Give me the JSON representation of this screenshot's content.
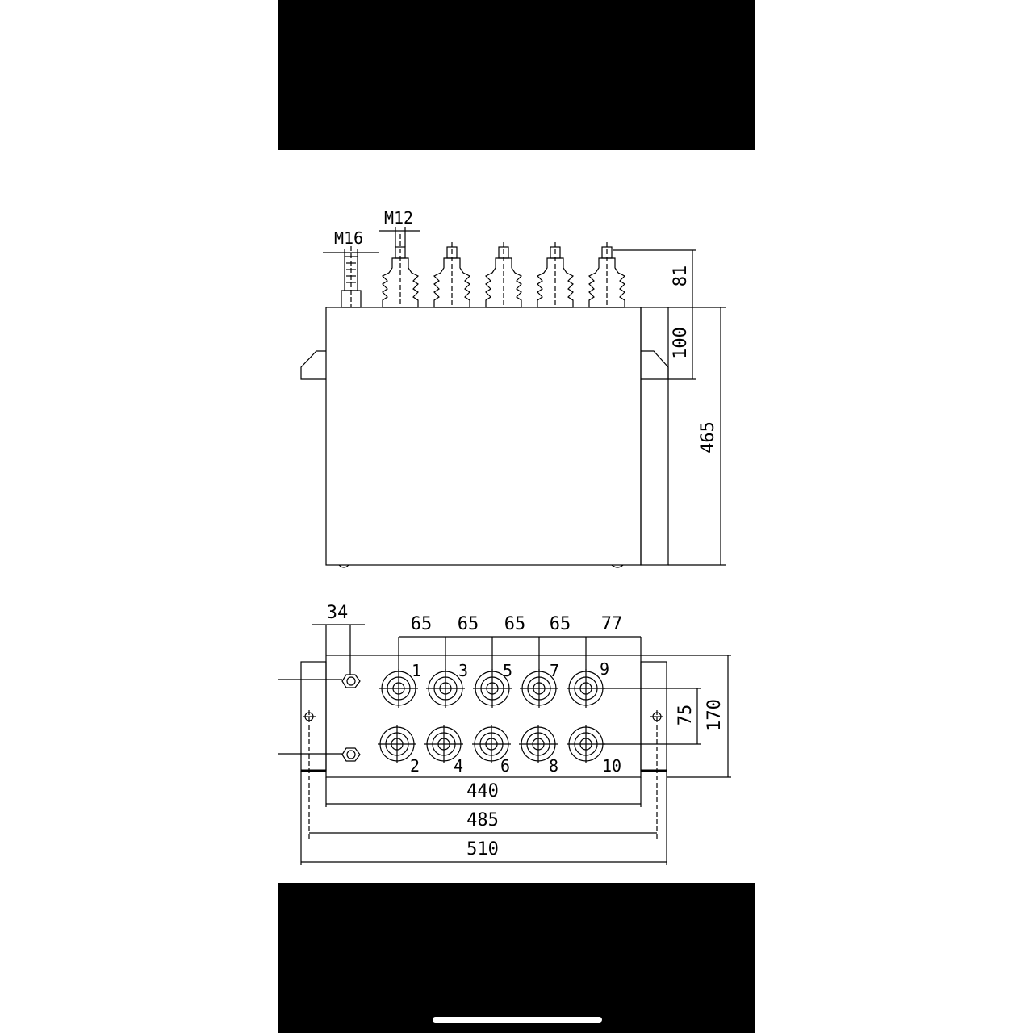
{
  "colors": {
    "background": "#000000",
    "paper": "#ffffff",
    "ink": "#000000"
  },
  "drawing": {
    "side_view": {
      "thread_small": "M16",
      "thread_large": "M12",
      "dim_terminal_height": "81",
      "dim_bracket_height": "100",
      "dim_case_height": "465"
    },
    "top_view": {
      "dim_ground_offset": "34",
      "pitch_labels": [
        "65",
        "65",
        "65",
        "65",
        "77"
      ],
      "terminal_numbers_top": [
        "1",
        "3",
        "5",
        "7",
        "9"
      ],
      "terminal_numbers_bottom": [
        "2",
        "4",
        "6",
        "8",
        "10"
      ],
      "dim_row_spacing": "75",
      "dim_case_depth": "170",
      "dim_case_width": "440",
      "dim_hole_spacing": "485",
      "dim_bracket_width": "510"
    }
  }
}
